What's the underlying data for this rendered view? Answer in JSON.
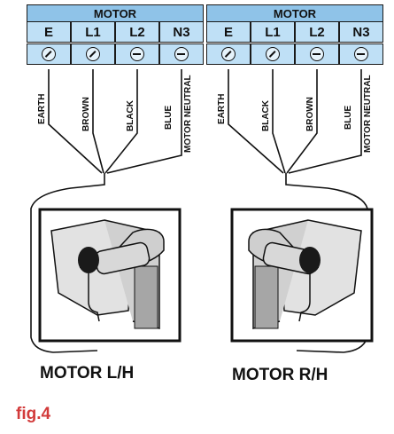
{
  "caption": "fig.4",
  "diagrams": [
    {
      "title": "MOTOR L/H",
      "block_header": "MOTOR",
      "terminals": [
        "E",
        "L1",
        "L2",
        "N3"
      ],
      "wire_labels": [
        "EARTH",
        "BROWN",
        "BLACK",
        "BLUE",
        "MOTOR NEUTRAL"
      ]
    },
    {
      "title": "MOTOR R/H",
      "block_header": "MOTOR",
      "terminals": [
        "E",
        "L1",
        "L2",
        "N3"
      ],
      "wire_labels": [
        "EARTH",
        "BLACK",
        "BROWN",
        "BLUE",
        "MOTOR NEUTRAL"
      ]
    }
  ],
  "colors": {
    "header_fill": "#8fc3e8",
    "cell_fill": "#bfe0f6",
    "caption": "#d23a3a"
  }
}
